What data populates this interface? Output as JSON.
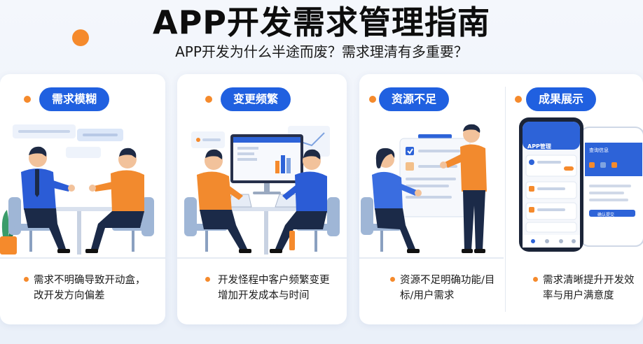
{
  "header": {
    "title": "APP开发需求管理指南",
    "subtitle": "APP开发为什么半途而废？需求理清有多重要？"
  },
  "sections": [
    {
      "tag": "需求模糊",
      "desc": "需求不明确导致开动盒，改开发方向偏差"
    },
    {
      "tag": "变更频繁",
      "desc": "开发怪程中客户频繁变更增加开发成本与时间"
    },
    {
      "tag": "资源不足",
      "desc": "资源不足明确功能/目标/用户需求"
    },
    {
      "tag": "成果展示",
      "desc": "需求清晰提升开发效率与用户满意度"
    }
  ],
  "phone": {
    "app_title": "APP管理",
    "side_title": "查询信息",
    "side_btn": "确认提交"
  },
  "colors": {
    "accent": "#2060e0",
    "orange": "#f58a2c"
  }
}
